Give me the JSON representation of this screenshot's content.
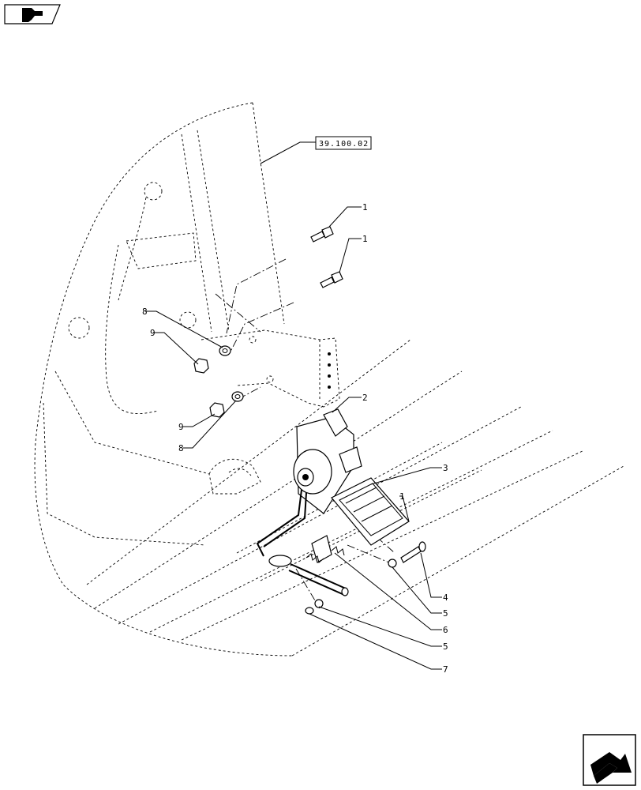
{
  "reference_label": "39.100.02",
  "callouts": [
    "1",
    "1",
    "1",
    "2",
    "3",
    "4",
    "5",
    "5",
    "6",
    "7",
    "8",
    "8",
    "9",
    "9"
  ],
  "icons": {
    "top_left": "book-arrow-icon",
    "bottom_right": "next-page-arrow-icon"
  }
}
